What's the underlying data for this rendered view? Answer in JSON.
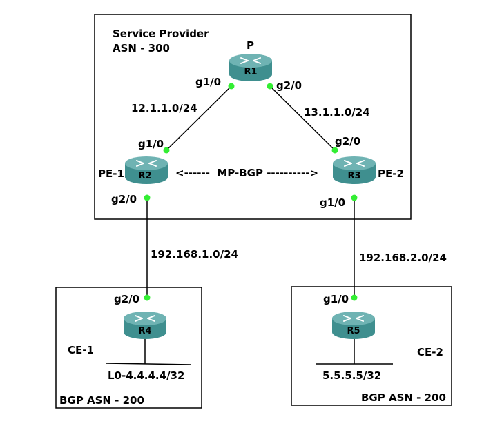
{
  "colors": {
    "router_body": "#3f8f8f",
    "router_top": "#6fb3b3",
    "port": "#33ee33",
    "line": "#000000",
    "background": "#ffffff"
  },
  "sp": {
    "title": "Service Provider",
    "asn": "ASN - 300"
  },
  "ce1": {
    "asn": "BGP ASN - 200",
    "role": "CE-1",
    "loopback": "L0-4.4.4.4/32"
  },
  "ce2": {
    "asn": "BGP ASN - 200",
    "role": "CE-2",
    "loopback": "5.5.5.5/32"
  },
  "routers": {
    "r1": {
      "name": "R1",
      "role": "P"
    },
    "r2": {
      "name": "R2",
      "role": "PE-1"
    },
    "r3": {
      "name": "R3",
      "role": "PE-2"
    },
    "r4": {
      "name": "R4"
    },
    "r5": {
      "name": "R5"
    }
  },
  "interfaces": {
    "r1_g1": "g1/0",
    "r1_g2": "g2/0",
    "r2_g1": "g1/0",
    "r2_g2": "g2/0",
    "r3_g2": "g2/0",
    "r3_g1": "g1/0",
    "r4_g2": "g2/0",
    "r5_g1": "g1/0"
  },
  "links": {
    "r1_r2": "12.1.1.0/24",
    "r1_r3": "13.1.1.0/24",
    "r2_r4": "192.168.1.0/24",
    "r3_r5": "192.168.2.0/24"
  },
  "mpbgp": "<------  MP-BGP ---------->"
}
